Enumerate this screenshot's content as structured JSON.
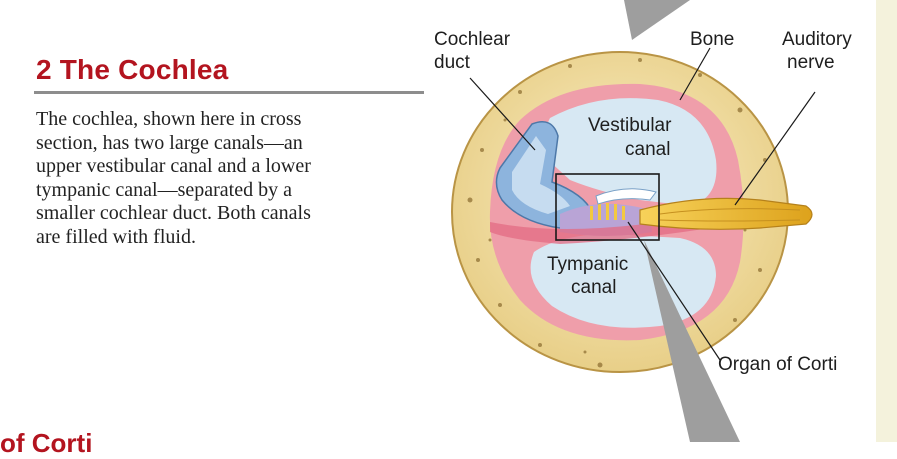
{
  "section": {
    "title": "2  The Cochlea",
    "body": "The cochlea, shown here in cross section, has two large canals—an upper vestibular canal and a lower tympanic canal—separated by a smaller cochlear duct. Both canals are filled with fluid.",
    "next_heading_fragment": "of Corti"
  },
  "labels": {
    "cochlear_duct_line1": "Cochlear",
    "cochlear_duct_line2": "duct",
    "bone": "Bone",
    "auditory_line1": "Auditory",
    "auditory_line2": "nerve",
    "vestibular_line1": "Vestibular",
    "vestibular_line2": "canal",
    "tympanic_line1": "Tympanic",
    "tympanic_line2": "canal",
    "organ_of_corti": "Organ of Corti"
  },
  "colors": {
    "title_red": "#b3141f",
    "bone": "#f2dfa6",
    "canal_fluid": "#d7e8f3",
    "duct_blue": "#8db4dd",
    "membrane_pink": "#e79aa4",
    "nerve_yellow": "#f0c23c",
    "pointer_gray": "#9e9e9e"
  }
}
